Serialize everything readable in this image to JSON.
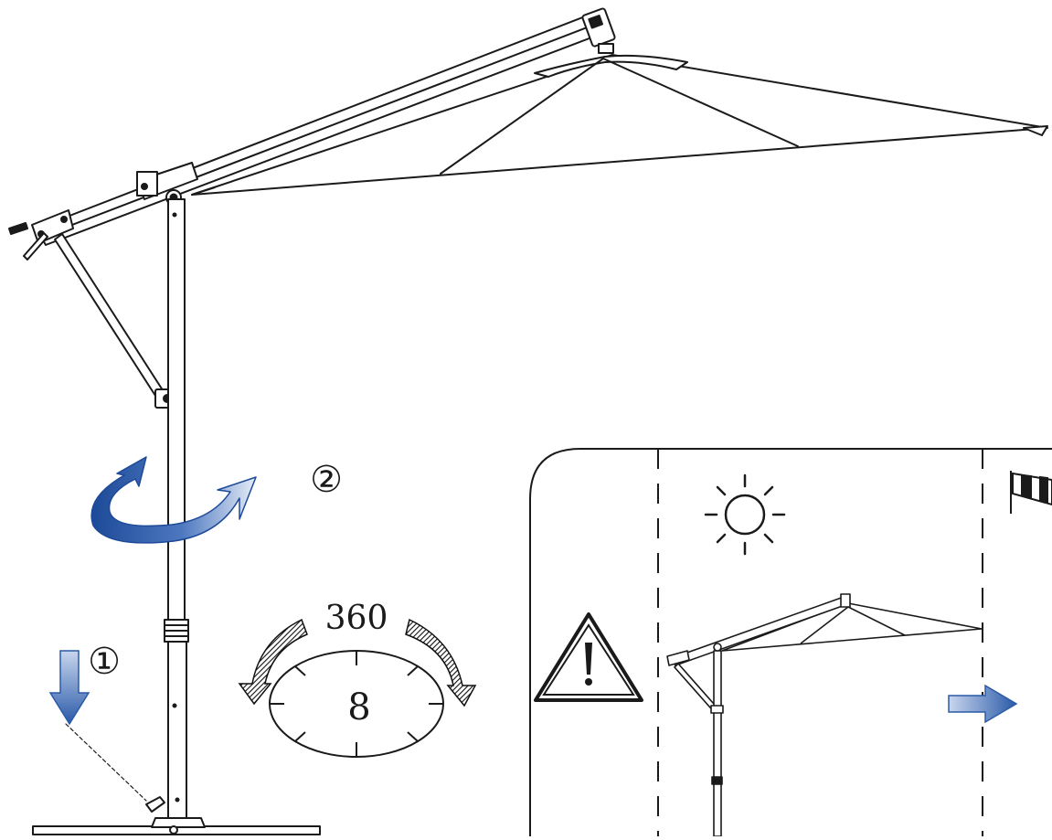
{
  "steps": {
    "step1_marker": "①",
    "step2_marker": "②"
  },
  "rotation": {
    "degrees_label": "360",
    "positions_label": "8"
  },
  "icons": {
    "warning": "warning-triangle-icon",
    "sun": "sun-icon",
    "wind": "windsock-icon",
    "push_down": "arrow-down-icon",
    "rotate": "rotate-arrow-icon",
    "move_right": "arrow-right-icon"
  },
  "colors": {
    "arrow_blue": "#2a5aa8",
    "arrow_blue_light": "#c9d6ee",
    "line": "#1a1a1a"
  }
}
